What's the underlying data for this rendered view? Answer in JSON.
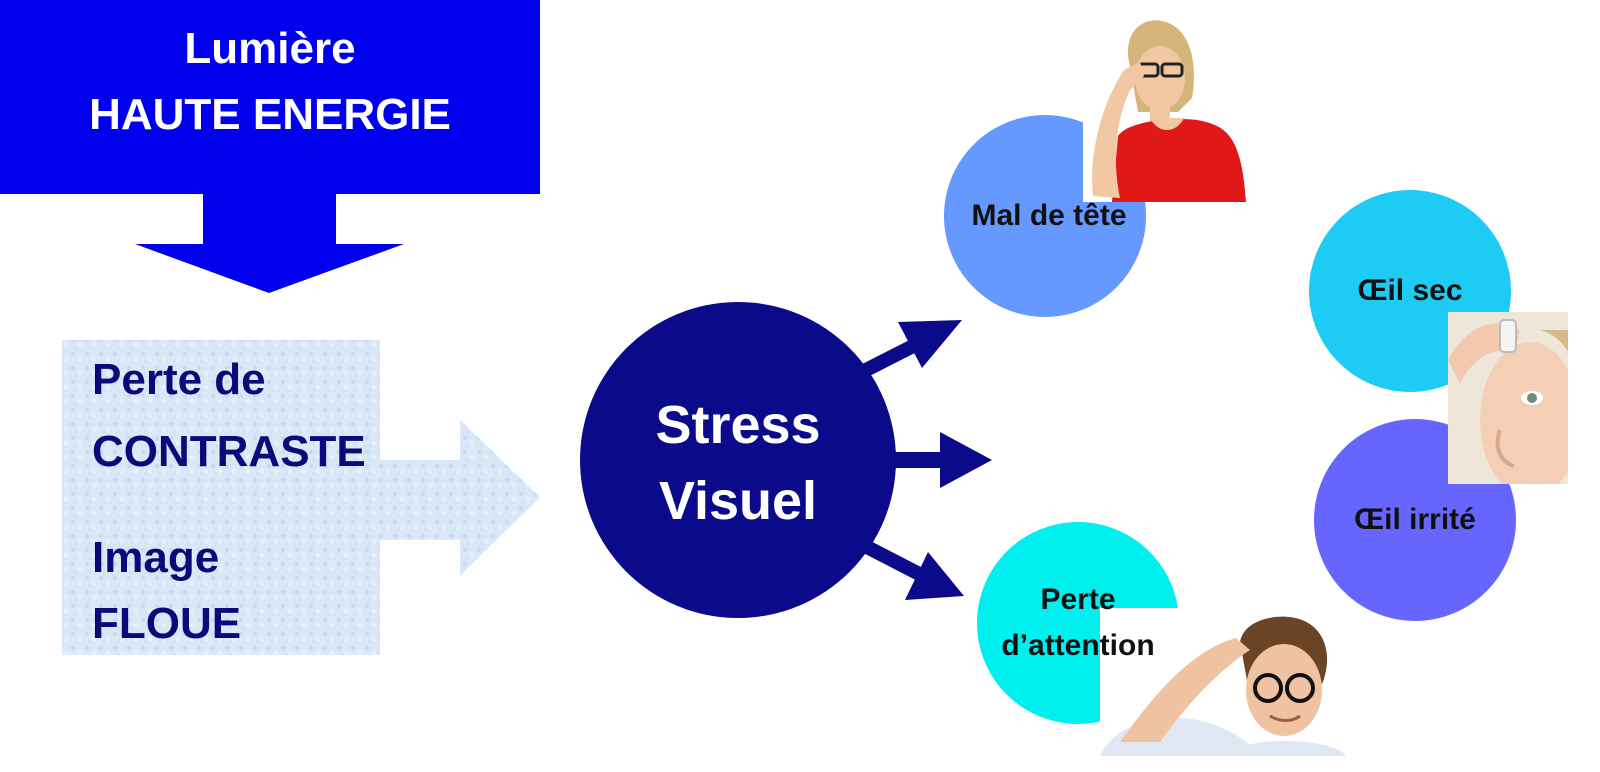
{
  "colors": {
    "source_box": "#0000ee",
    "panel_bg": "#d6e6f7",
    "center_circle": "#0a0a8a",
    "headache": "#6699ff",
    "dry_eye": "#1ecbf5",
    "irritated_eye": "#6666ff",
    "attention": "#00f0f0"
  },
  "source": {
    "line1": "Lumière",
    "line2": "HAUTE ENERGIE"
  },
  "effects": {
    "contrast_line1": "Perte de",
    "contrast_line2": "CONTRASTE",
    "blur_line1": "Image",
    "blur_line2": "FLOUE"
  },
  "center": {
    "line1": "Stress",
    "line2": "Visuel"
  },
  "symptoms": {
    "headache": "Mal de tête",
    "dry_eye": "Œil sec",
    "irritated_eye": "Œil irrité",
    "attention_line1": "Perte",
    "attention_line2": "d’attention"
  },
  "photos": {
    "woman": "woman-headache-photo",
    "eyedrops": "eye-drops-photo",
    "man": "confused-man-photo"
  }
}
